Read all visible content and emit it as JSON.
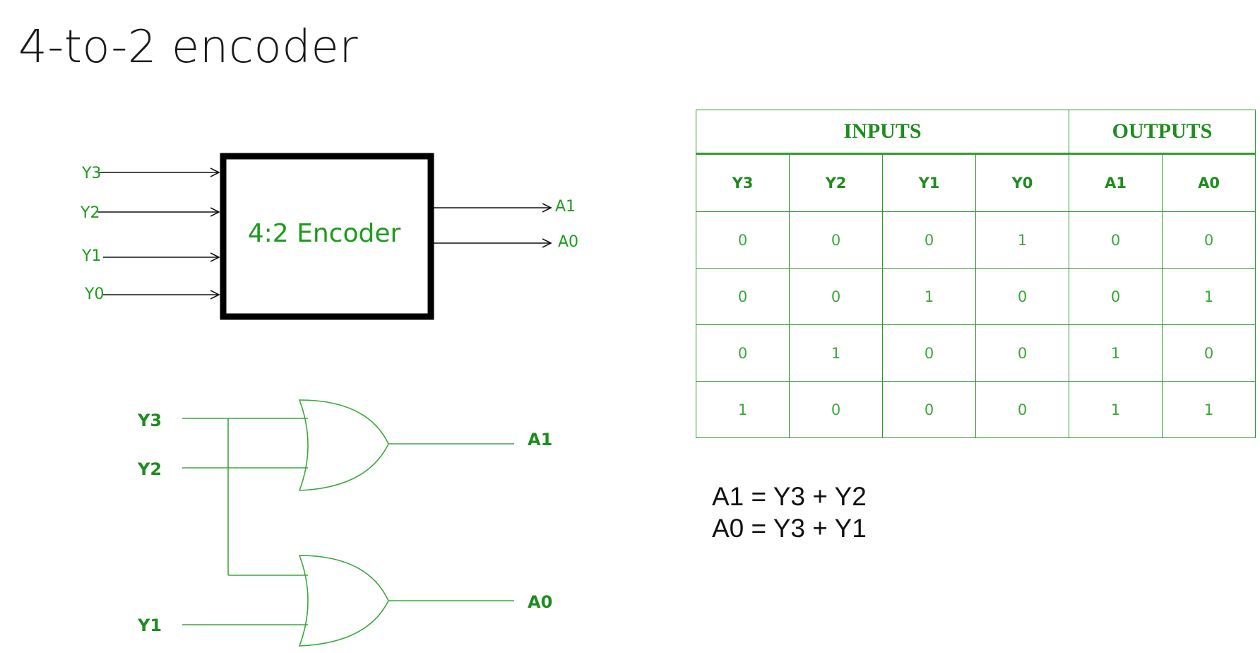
{
  "title": "4-to-2 encoder",
  "block_diagram": {
    "label": "4:2 Encoder",
    "inputs": [
      "Y3",
      "Y2",
      "Y1",
      "Y0"
    ],
    "outputs": [
      "A1",
      "A0"
    ]
  },
  "gate_diagram": {
    "inputs": [
      "Y3",
      "Y2",
      "Y1"
    ],
    "outputs": [
      "A1",
      "A0"
    ]
  },
  "truth_table": {
    "group_headers": [
      "INPUTS",
      "OUTPUTS"
    ],
    "columns": [
      "Y3",
      "Y2",
      "Y1",
      "Y0",
      "A1",
      "A0"
    ],
    "rows": [
      [
        "0",
        "0",
        "0",
        "1",
        "0",
        "0"
      ],
      [
        "0",
        "0",
        "1",
        "0",
        "0",
        "1"
      ],
      [
        "0",
        "1",
        "0",
        "0",
        "1",
        "0"
      ],
      [
        "1",
        "0",
        "0",
        "0",
        "1",
        "1"
      ]
    ]
  },
  "equations": [
    "A1 = Y3 + Y2",
    "A0 = Y3 + Y1"
  ],
  "colors": {
    "accent": "#1c9b1c",
    "line": "#2e9b2e",
    "text": "#111111"
  }
}
